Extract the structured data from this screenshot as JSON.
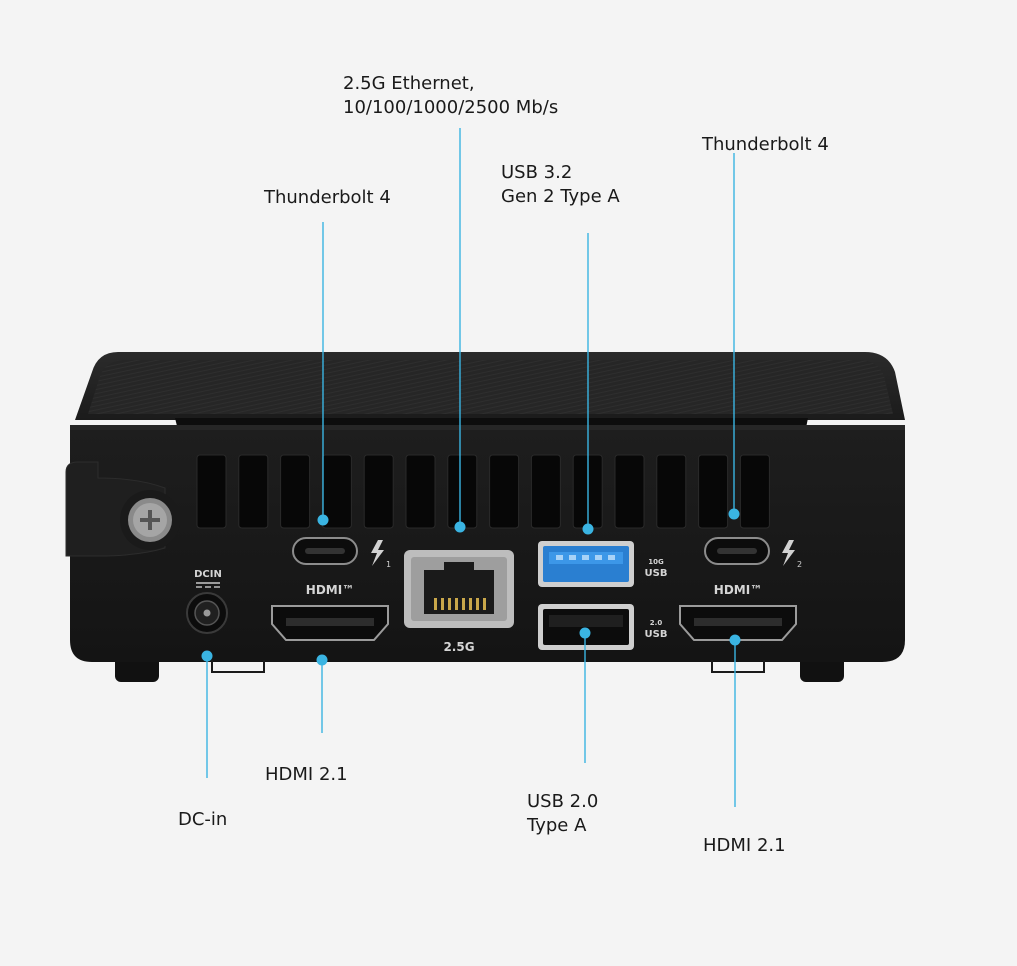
{
  "accent_color": "#3ab4e2",
  "labels": {
    "ethernet": [
      "2.5G Ethernet,",
      "10/100/1000/2500 Mb/s"
    ],
    "usb32": [
      "USB 3.2",
      "Gen 2 Type A"
    ],
    "thunderbolt_left": [
      "Thunderbolt 4"
    ],
    "thunderbolt_right": [
      "Thunderbolt 4"
    ],
    "hdmi_left": [
      "HDMI 2.1"
    ],
    "dc_in": [
      "DC-in"
    ],
    "usb20": [
      "USB 2.0",
      "Type A"
    ],
    "hdmi_right": [
      "HDMI 2.1"
    ]
  },
  "device_markings": {
    "dcin": "DCIN",
    "hdmi_logo": "HDMI™",
    "ethernet_speed": "2.5G",
    "usb_10g": "10G",
    "usb_20": "2.0",
    "usb_text": "USB",
    "tb_port_1": "1",
    "tb_port_2": "2"
  }
}
